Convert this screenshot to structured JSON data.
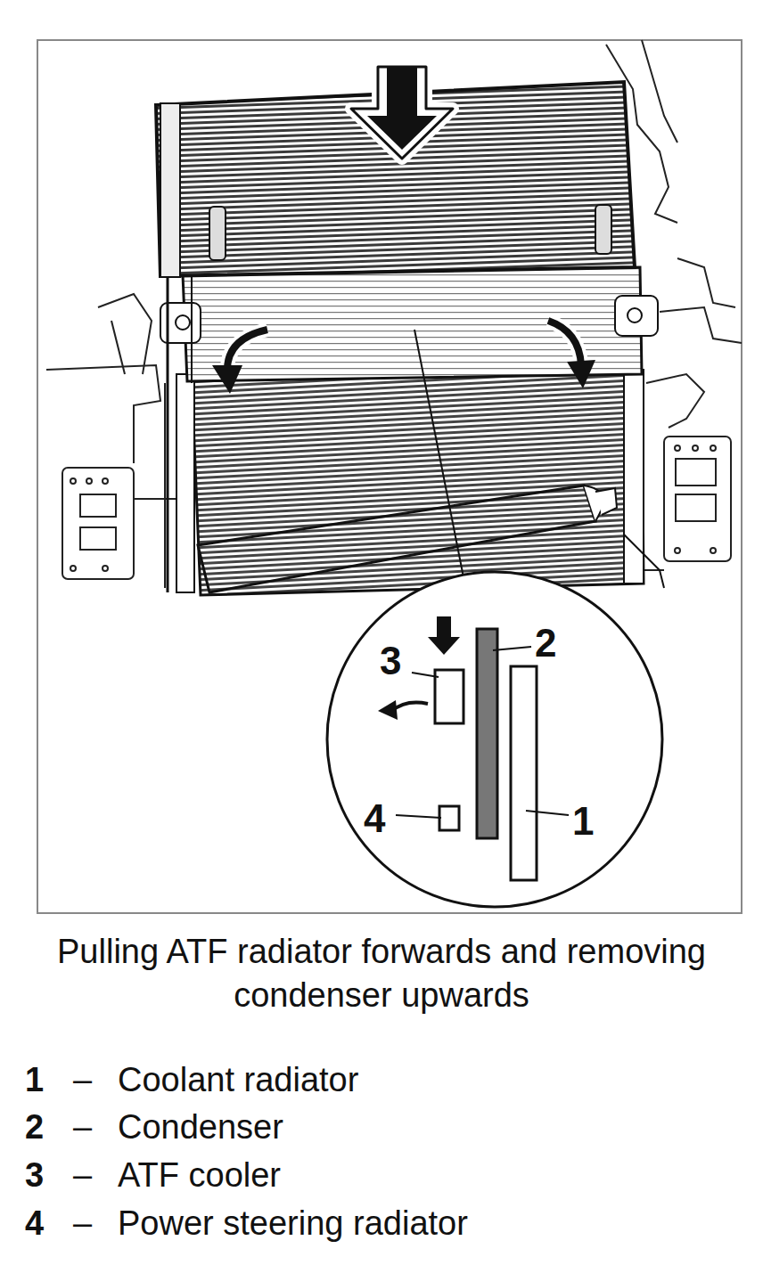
{
  "diagram": {
    "caption": "Pulling ATF radiator forwards and removing condenser upwards",
    "labels": [
      "3",
      "2",
      "4",
      "1",
      "1",
      "–",
      "Coolant radiator",
      "2",
      "–",
      "Condenser",
      "3",
      "–",
      "ATF cooler",
      "4",
      "–",
      "Power steering radiator"
    ]
  }
}
